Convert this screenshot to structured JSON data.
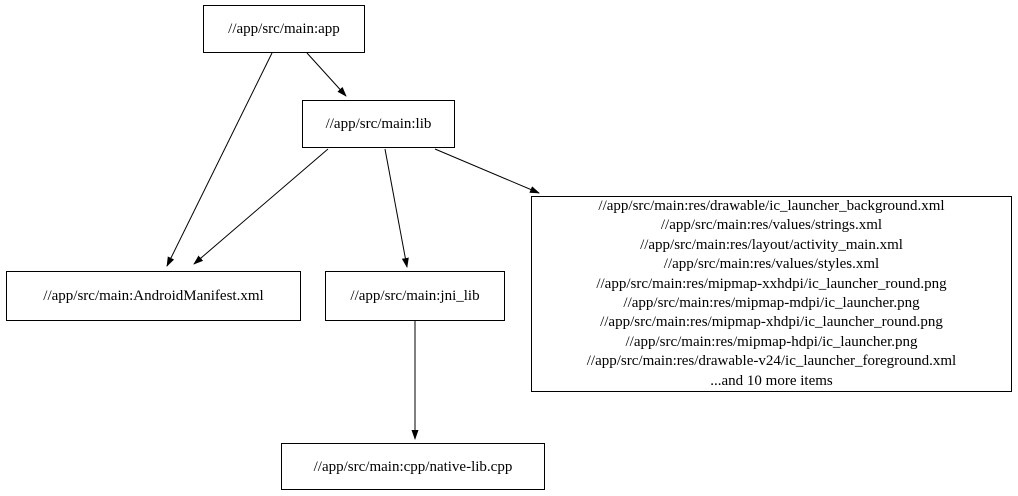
{
  "diagram": {
    "type": "dependency-graph",
    "background_color": "#ffffff",
    "node_border_color": "#000000",
    "node_fill_color": "#ffffff",
    "text_color": "#000000",
    "edge_color": "#000000",
    "nodes": {
      "app": {
        "label": "//app/src/main:app"
      },
      "lib": {
        "label": "//app/src/main:lib"
      },
      "android_manifest": {
        "label": "//app/src/main:AndroidManifest.xml"
      },
      "jni_lib": {
        "label": "//app/src/main:jni_lib"
      },
      "res_group": {
        "lines": [
          "//app/src/main:res/drawable/ic_launcher_background.xml",
          "//app/src/main:res/values/strings.xml",
          "//app/src/main:res/layout/activity_main.xml",
          "//app/src/main:res/values/styles.xml",
          "//app/src/main:res/mipmap-xxhdpi/ic_launcher_round.png",
          "//app/src/main:res/mipmap-mdpi/ic_launcher.png",
          "//app/src/main:res/mipmap-xhdpi/ic_launcher_round.png",
          "//app/src/main:res/mipmap-hdpi/ic_launcher.png",
          "//app/src/main:res/drawable-v24/ic_launcher_foreground.xml",
          "...and 10 more items"
        ]
      },
      "native_lib_cpp": {
        "label": "//app/src/main:cpp/native-lib.cpp"
      }
    },
    "edges": [
      {
        "from": "app",
        "to": "android_manifest"
      },
      {
        "from": "app",
        "to": "lib"
      },
      {
        "from": "lib",
        "to": "android_manifest"
      },
      {
        "from": "lib",
        "to": "jni_lib"
      },
      {
        "from": "lib",
        "to": "res_group"
      },
      {
        "from": "jni_lib",
        "to": "native_lib_cpp"
      }
    ]
  }
}
